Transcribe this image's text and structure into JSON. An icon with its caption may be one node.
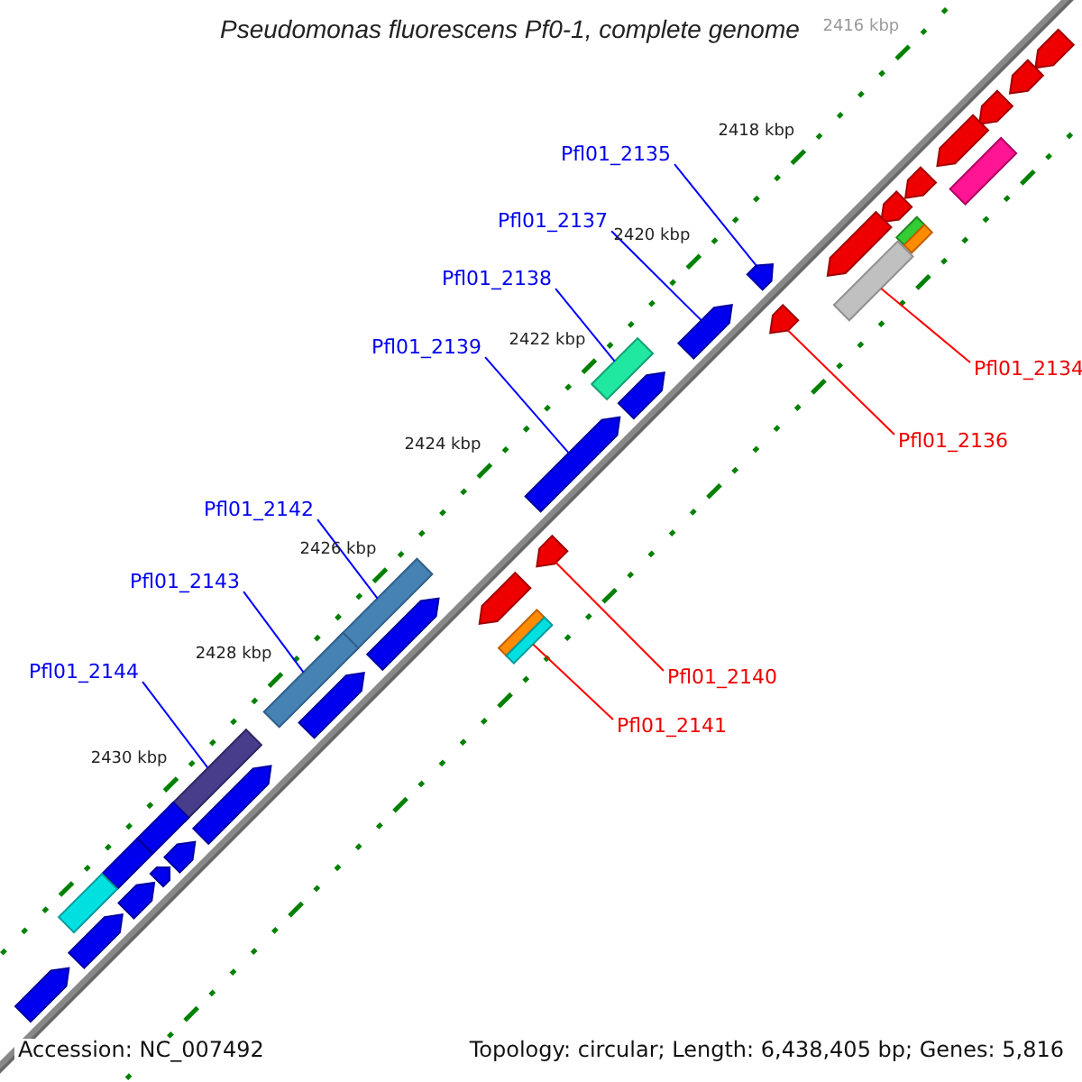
{
  "diagram": {
    "title": "Pseudomonas fluorescens Pf0-1, complete genome",
    "nodes": [
      {
        "text": [
          "Pfl01_2135"
        ]
      },
      {
        "text": [
          "Pfl01_2137"
        ]
      },
      {
        "text": [
          "Pfl01_2138"
        ]
      },
      {
        "text": [
          "Pfl01_2139"
        ]
      },
      {
        "text": [
          "Pfl01_2134"
        ]
      },
      {
        "text": [
          "Pfl01_2136"
        ]
      },
      {
        "text": [
          "Pfl01_2142"
        ]
      },
      {
        "text": [
          "Pfl01_2143"
        ]
      },
      {
        "text": [
          "Pfl01_2140"
        ]
      },
      {
        "text": [
          "Pfl01_2144"
        ]
      },
      {
        "text": [
          "Pfl01_2141"
        ]
      },
      {
        "text": [],
        "shape": "arrow"
      },
      {
        "text": [],
        "shape": "arrow"
      },
      {
        "text": [],
        "shape": "arrow"
      },
      {
        "text": [],
        "shape": "arrow"
      },
      {
        "text": [],
        "shape": "bar"
      },
      {
        "text": [],
        "shape": "arrow"
      },
      {
        "text": [],
        "shape": "arrow"
      },
      {
        "text": [],
        "shape": "bar"
      },
      {
        "text": [],
        "shape": "bar"
      },
      {
        "text": [],
        "shape": "arrow"
      },
      {
        "text": [],
        "shape": "arrow"
      },
      {
        "text": [],
        "shape": "bar"
      },
      {
        "text": [],
        "shape": "arrow"
      },
      {
        "text": [],
        "shape": "arrow"
      },
      {
        "text": [],
        "shape": "bar"
      },
      {
        "text": [],
        "shape": "arrow"
      },
      {
        "text": [],
        "shape": "arrow"
      },
      {
        "text": [],
        "shape": "arrow"
      },
      {
        "text": [],
        "shape": "bar"
      },
      {
        "text": [],
        "shape": "arrow"
      },
      {
        "text": [],
        "shape": "arrow"
      },
      {
        "text": [],
        "shape": "bar"
      },
      {
        "text": [],
        "shape": "bar"
      },
      {
        "text": [],
        "shape": "bar"
      },
      {
        "text": [],
        "shape": "arrow"
      },
      {
        "text": [],
        "shape": "bar"
      },
      {
        "text": [],
        "shape": "arrow"
      },
      {
        "text": [],
        "shape": "bar"
      },
      {
        "text": [],
        "shape": "arrow"
      },
      {
        "text": [],
        "shape": "bar"
      },
      {
        "text": [],
        "shape": "arrow"
      },
      {
        "text": [],
        "shape": "arrow"
      },
      {
        "text": [],
        "shape": "bar"
      },
      {
        "text": [],
        "shape": "arrow"
      },
      {
        "text": [],
        "shape": "arrow"
      }
    ],
    "edges": [
      {
        "from": 0,
        "to": 21,
        "arrow": "none"
      },
      {
        "from": 1,
        "to": 24,
        "arrow": "none"
      },
      {
        "from": 2,
        "to": 25,
        "arrow": "none"
      },
      {
        "from": 3,
        "to": 27,
        "arrow": "none"
      },
      {
        "from": 4,
        "to": 22,
        "arrow": "none",
        "color": "#ff0000"
      },
      {
        "from": 5,
        "to": 23,
        "arrow": "none",
        "color": "#ff0000"
      },
      {
        "from": 6,
        "to": 29,
        "arrow": "none"
      },
      {
        "from": 7,
        "to": 34,
        "arrow": "none"
      },
      {
        "from": 8,
        "to": 28,
        "arrow": "none",
        "color": "#ff0000"
      },
      {
        "from": 9,
        "to": 36,
        "arrow": "none"
      },
      {
        "from": 10,
        "to": 33,
        "arrow": "none",
        "color": "#ff0000"
      }
    ],
    "labels": [
      "2416 kbp",
      "2418 kbp",
      "2420 kbp",
      "2422 kbp",
      "2424 kbp",
      "2426 kbp",
      "2428 kbp",
      "2430 kbp",
      "Accession: NC_007492",
      "Topology: circular; Length: 6,438,405 bp; Genes: 5,816"
    ]
  }
}
